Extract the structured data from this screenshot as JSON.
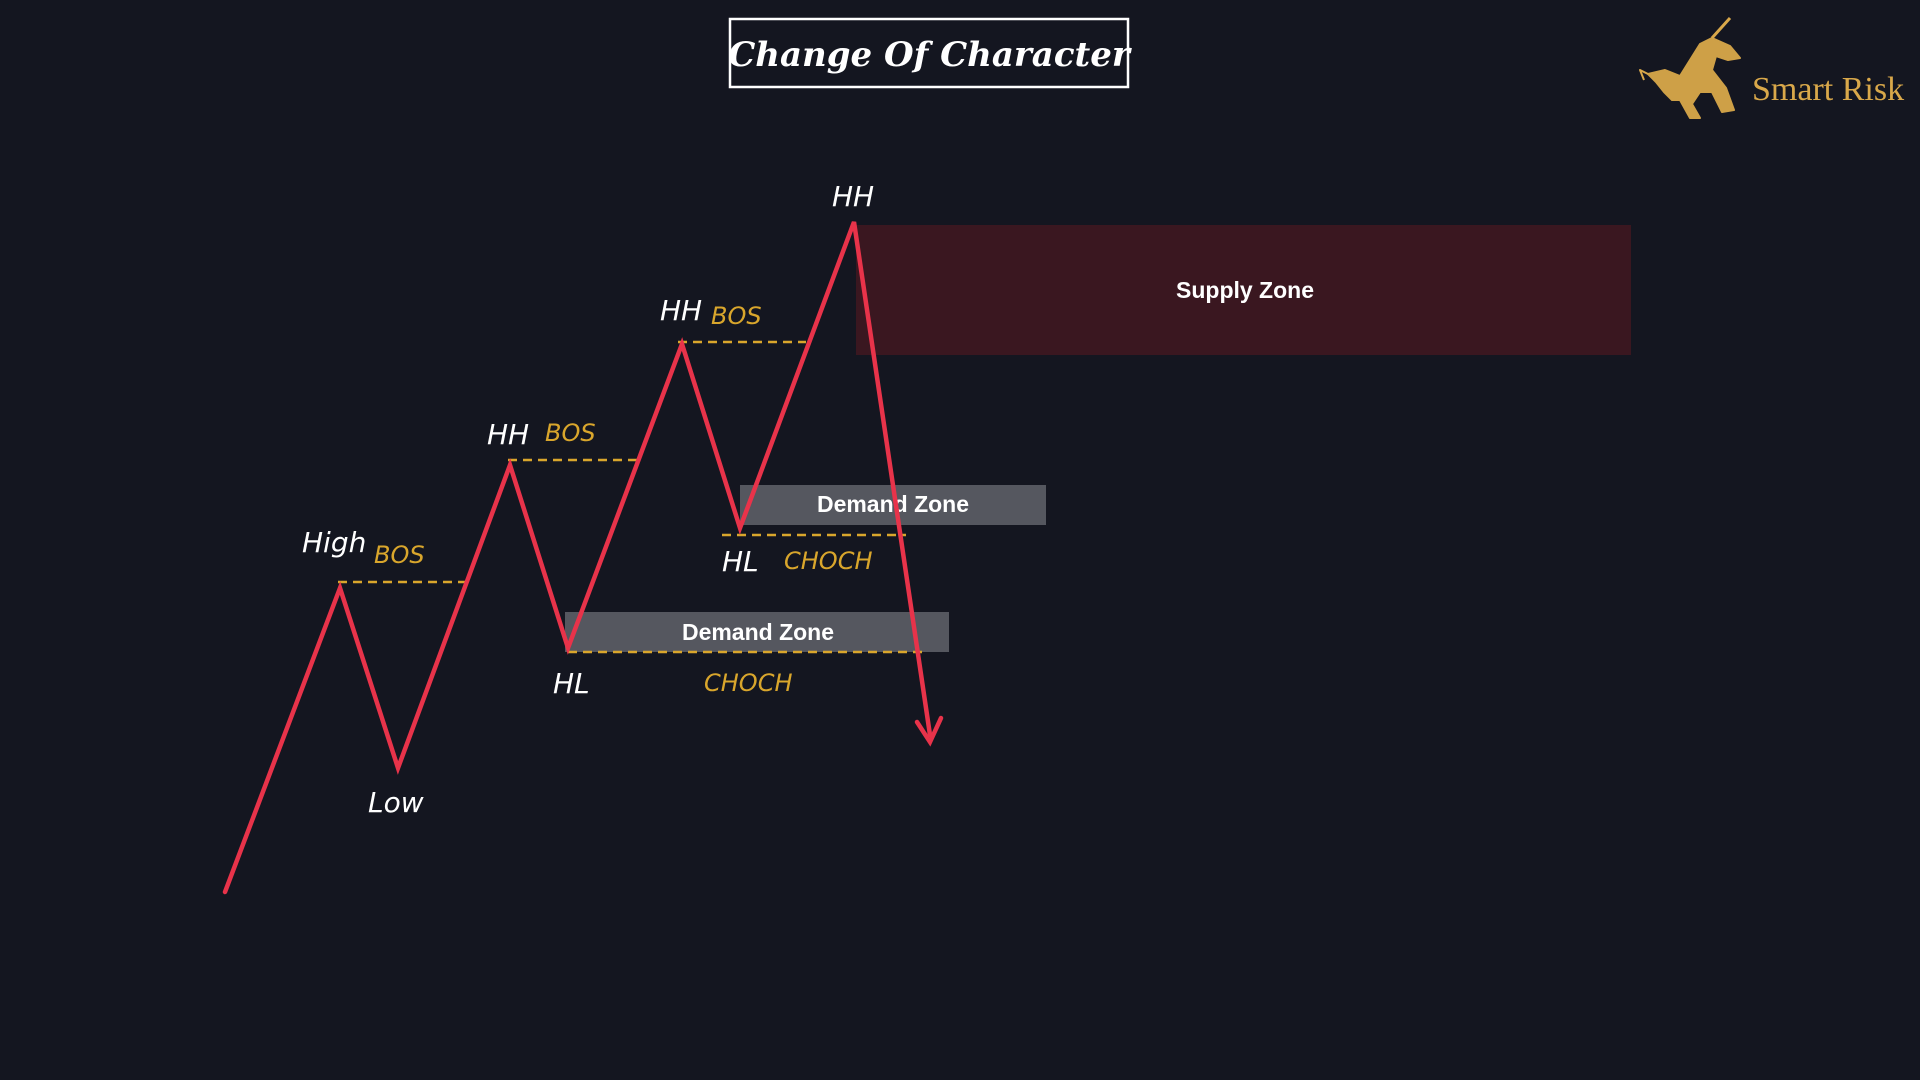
{
  "title": "Change Of Character",
  "logo": {
    "text": "Smart Risk",
    "icon": "unicorn-icon",
    "color": "#d9a84a"
  },
  "colors": {
    "background": "#141620",
    "price_line": "#e8334a",
    "level_line": "#d9a62c",
    "supply_zone": "#3a1720",
    "demand_zone": "#55575f"
  },
  "swing_labels": {
    "high": "High",
    "low": "Low",
    "hh1": "HH",
    "hl1": "HL",
    "hh2": "HH",
    "hl2": "HL",
    "hh3": "HH"
  },
  "bos_labels": {
    "bos1": "BOS",
    "bos2": "BOS",
    "bos3": "BOS"
  },
  "choch_labels": {
    "choch1": "CHOCH",
    "choch2": "CHOCH"
  },
  "zones": {
    "supply": "Supply Zone",
    "demand_upper": "Demand Zone",
    "demand_lower": "Demand Zone"
  }
}
